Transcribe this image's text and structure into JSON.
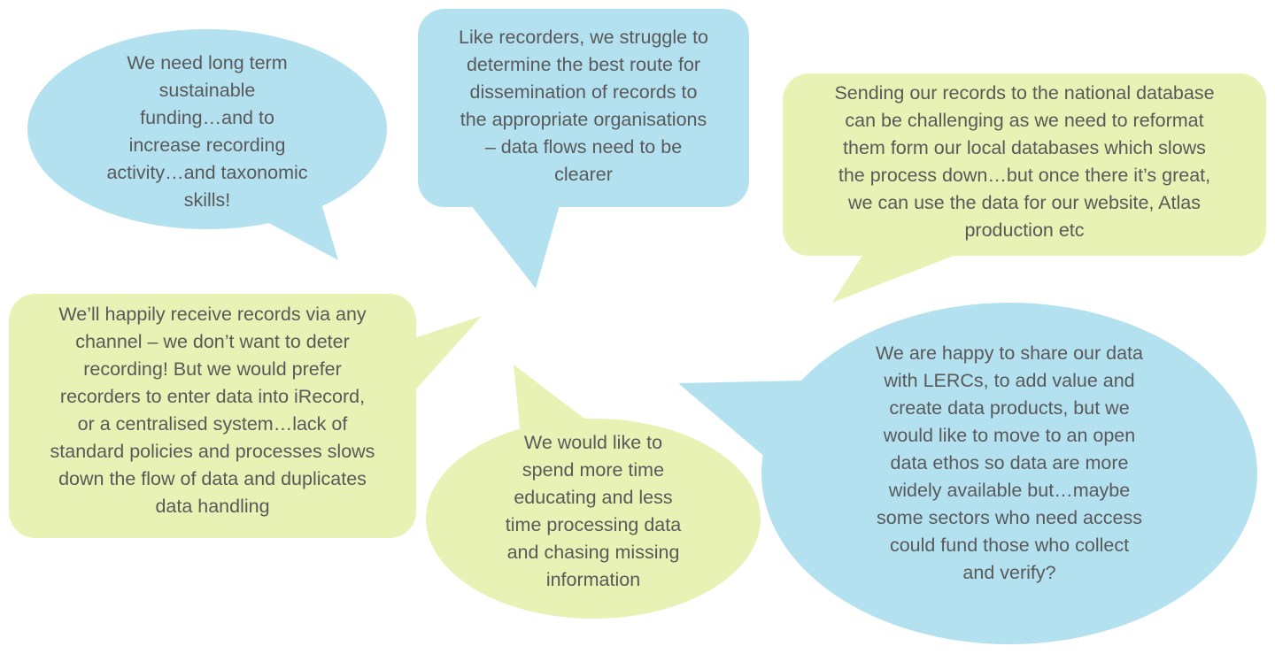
{
  "colors": {
    "blue": "#b4e1f0",
    "green": "#e8f2b5",
    "text": "#595959"
  },
  "bubbles": [
    {
      "id": "funding",
      "color": "blue",
      "lines": [
        "We need long term",
        "sustainable",
        "funding…and to",
        "increase recording",
        "activity…and taxonomic",
        "skills!"
      ]
    },
    {
      "id": "dissemination",
      "color": "blue",
      "lines": [
        "Like recorders, we struggle to",
        "determine the best route for",
        "dissemination of records to",
        "the appropriate organisations",
        "– data flows need to be",
        "clearer"
      ]
    },
    {
      "id": "national-database",
      "color": "green",
      "lines": [
        "Sending our records to the national database",
        "can be challenging as we need to reformat",
        "them form our local databases which slows",
        "the process down…but once there it’s great,",
        "we can use the data for our website, Atlas",
        "production etc"
      ]
    },
    {
      "id": "receive-records",
      "color": "green",
      "lines": [
        "We’ll happily receive records via any",
        "channel – we don’t want to deter",
        "recording!  But we would prefer",
        "recorders to enter data into iRecord,",
        "or a centralised system…lack of",
        "standard policies and processes slows",
        "down the flow of data and duplicates",
        "data handling"
      ]
    },
    {
      "id": "educating",
      "color": "green",
      "lines": [
        "We would like to",
        "spend more time",
        "educating and less",
        "time processing data",
        "and chasing missing",
        "information"
      ]
    },
    {
      "id": "open-data",
      "color": "blue",
      "lines": [
        "We are happy to share our data",
        "with LERCs, to add value and",
        "create data products, but we",
        "would like to move to an open",
        "data ethos so data are more",
        "widely available but…maybe",
        "some sectors who need access",
        "could fund those who collect",
        "and verify?"
      ]
    }
  ]
}
